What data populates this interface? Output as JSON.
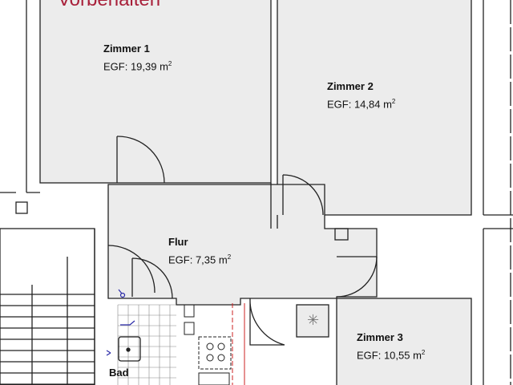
{
  "header_note": "Vorbehalten",
  "rooms": [
    {
      "name": "Zimmer 1",
      "area": "EGF: 19,39 m",
      "unit_sup": "2"
    },
    {
      "name": "Zimmer 2",
      "area": "EGF: 14,84 m",
      "unit_sup": "2"
    },
    {
      "name": "Flur",
      "area": "EGF: 7,35 m",
      "unit_sup": "2"
    },
    {
      "name": "Zimmer 3",
      "area": "EGF: 10,55 m",
      "unit_sup": "2"
    },
    {
      "name": "Bad"
    }
  ],
  "colors": {
    "room_fill": "#ececec",
    "wall": "#222222",
    "note_red": "#a8203a",
    "installation_blue": "#2a2aa8",
    "kitchen_red": "#cc2222"
  }
}
